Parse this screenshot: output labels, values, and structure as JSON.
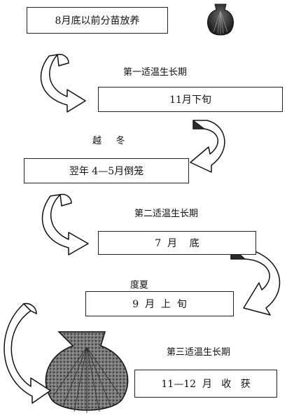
{
  "stages": [
    {
      "text": "8月底以前分苗放养"
    },
    {
      "text": "11月下旬"
    },
    {
      "text": "翌年 4—5月倒笼"
    },
    {
      "text": "7  月    底"
    },
    {
      "text": "9  月  上  旬"
    },
    {
      "text": "11—12  月   收   获"
    }
  ],
  "periods": [
    {
      "text": "第一适温生长期"
    },
    {
      "text": "越     冬"
    },
    {
      "text": "第二适温生长期"
    },
    {
      "text": "度夏"
    },
    {
      "text": "第三适温生长期"
    }
  ],
  "icons": {
    "shell": "scallop-shell-icon",
    "arrow": "curved-arrow-icon"
  }
}
